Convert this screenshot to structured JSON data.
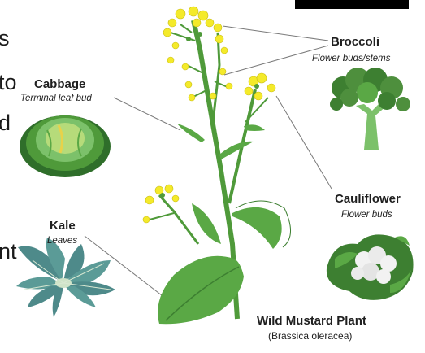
{
  "cut_text": [
    "s",
    "to",
    "d",
    "nt"
  ],
  "labels": {
    "broccoli": {
      "name": "Broccoli",
      "part": "Flower buds/stems"
    },
    "cabbage": {
      "name": "Cabbage",
      "part": "Terminal leaf bud"
    },
    "cauliflower": {
      "name": "Cauliflower",
      "part": "Flower buds"
    },
    "kale": {
      "name": "Kale",
      "part": "Leaves"
    },
    "mustard": {
      "name": "Wild Mustard Plant",
      "latin": "(Brassica oleracea)"
    }
  },
  "colors": {
    "stem": "#4f9a3a",
    "leaf": "#5aa845",
    "leaf_dark": "#3d7f31",
    "flower": "#f4ea2a",
    "kale": "#4e8a8a",
    "cabbage": "#7cc16a",
    "cauliflower": "#f2f2f2"
  }
}
